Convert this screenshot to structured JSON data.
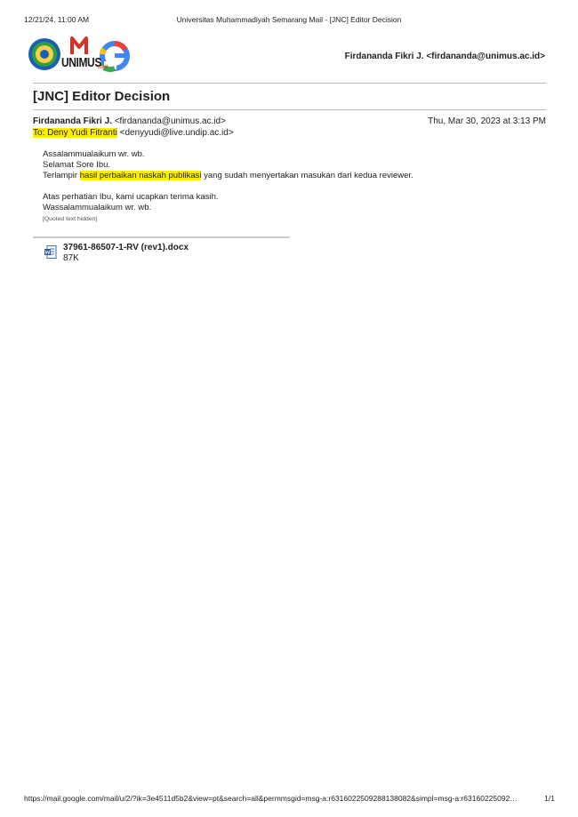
{
  "print_header": {
    "datetime": "12/21/24, 11:00 AM",
    "title": "Universitas Muhammadiyah Semarang Mail - [JNC] Editor Decision"
  },
  "logo": {
    "text": "UNIMUS",
    "sub": "Mail",
    "letter_m": "M"
  },
  "account": {
    "label": "Firdananda Fikri J. <firdananda@unimus.ac.id>"
  },
  "email": {
    "subject": "[JNC] Editor Decision",
    "from_name": "Firdananda Fikri J.",
    "from_email": "<firdananda@unimus.ac.id>",
    "date": "Thu, Mar 30, 2023 at 3:13 PM",
    "to_label": "To: Deny Yudi Fitranti",
    "to_email": "<denyyudi@live.undip.ac.id>",
    "body": {
      "line1": "Assalammualaikum wr. wb.",
      "line2": "Selamat Sore Ibu.",
      "line3_pre": "Terlampir ",
      "line3_hl": "hasil perbaikan naskah publikasi",
      "line3_post": " yang sudah menyertakan masukan dari kedua reviewer.",
      "line4": "Atas perhatian Ibu, kami ucapkan terima kasih.",
      "line5": "Wassalammualaikum wr. wb.",
      "quoted": "[Quoted text hidden]"
    },
    "attachment": {
      "icon": "word-document-icon",
      "name": "37961-86507-1-RV (rev1).docx",
      "size": "87K"
    }
  },
  "print_footer": {
    "url": "https://mail.google.com/mail/u/2/?ik=3e4511d5b2&view=pt&search=all&permmsgid=msg-a:r6316022509288138082&simpl=msg-a:r63160225092…",
    "page": "1/1"
  },
  "colors": {
    "highlight": "#ffee00",
    "gmail_red": "#d93025",
    "google_blue": "#4285f4"
  }
}
